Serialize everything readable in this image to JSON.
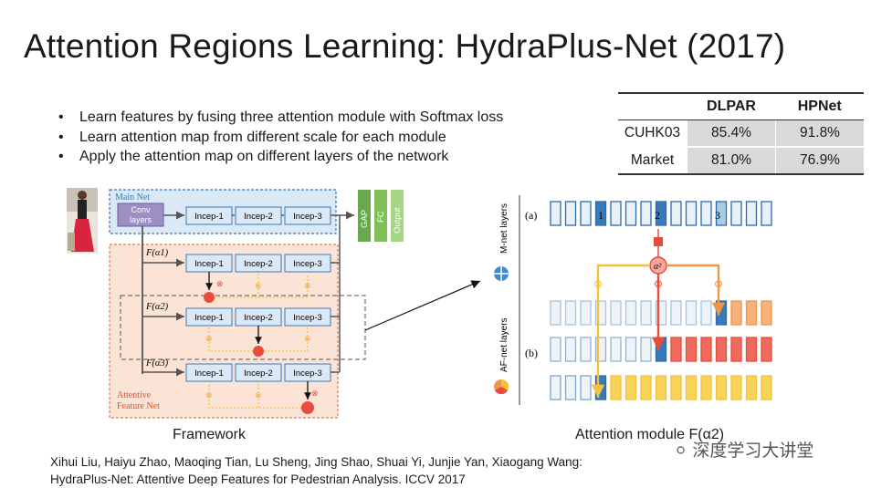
{
  "title": "Attention Regions Learning: HydraPlus-Net (2017)",
  "bullets": [
    "Learn features by fusing three attention module with Softmax loss",
    "Learn attention map from different scale for each module",
    "Apply the attention map on different layers of the network"
  ],
  "table": {
    "headers": [
      "",
      "DLPAR",
      "HPNet"
    ],
    "rows": [
      {
        "label": "CUHK03",
        "dlpar": "85.4%",
        "hpnet": "91.8%"
      },
      {
        "label": "Market",
        "dlpar": "81.0%",
        "hpnet": "76.9%"
      }
    ]
  },
  "framework": {
    "main_net_label": "Main Net",
    "conv_label": "Conv layers",
    "incep_labels": [
      "Incep-1",
      "Incep-2",
      "Incep-3"
    ],
    "head_labels": [
      "GAP",
      "FC",
      "Output"
    ],
    "attentive_label_line1": "Attentive",
    "attentive_label_line2": "Feature Net",
    "branch_labels": [
      "F(α1)",
      "F(α2)",
      "F(α3)"
    ],
    "caption": "Framework"
  },
  "attention_module": {
    "label_a": "(a)",
    "label_b": "(b)",
    "mnet_label": "M-net layers",
    "afnet_label": "AF-net layers",
    "channel_numbers": [
      "1",
      "2",
      "3"
    ],
    "caption": "Attention module F(α2)"
  },
  "citation": [
    "Xihui Liu, Haiyu Zhao, Maoqing Tian, Lu Sheng, Jing Shao, Shuai Yi, Junjie Yan, Xiaogang Wang:",
    "HydraPlus-Net: Attentive Deep Features for Pedestrian Analysis. ICCV 2017"
  ],
  "watermark": "深度学习大讲堂",
  "colors": {
    "main_net_fill": "#dbe8f6",
    "main_net_border": "#3a7ab8",
    "attentive_fill": "#fbe3d6",
    "attentive_border": "#e07a50",
    "gap_green": "#6aa84f",
    "fc_green": "#7fbf55",
    "output_green": "#a6d486",
    "channel_blue": "#2e6aa8",
    "channel_light": "#e8f0f8",
    "yellow": "#f3c13a",
    "orange": "#f0954a",
    "red": "#e84c3d"
  }
}
